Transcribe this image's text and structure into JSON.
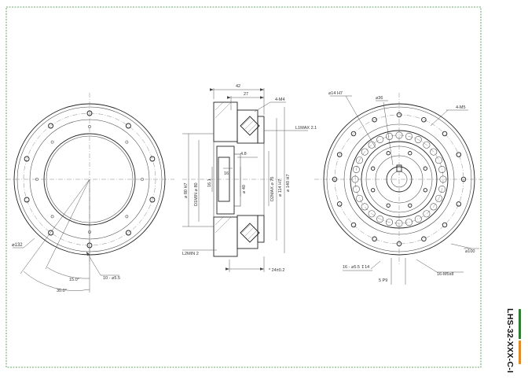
{
  "colors": {
    "frame": "#3c8a3c",
    "accent_bar_green": "#2e7d32",
    "accent_bar_orange": "#e08a2c",
    "line": "#222222"
  },
  "model": "LHS-32-XXX-C-I",
  "front_view": {
    "dia_132": "⌀132",
    "angle_15": "15.0°",
    "angle_30": "30.0°",
    "holes_55": "10 - ⌀5.5"
  },
  "section_view": {
    "dim_42": "42",
    "dim_27": "27",
    "thread_4m4": "4-M4",
    "l1_max": "L1MAX 2.1",
    "dim_48": "4.8",
    "d1_min": "D1MIN ⌀ 80",
    "d1_h7": "⌀ 80 H7",
    "d161": "16.1",
    "d16": "16",
    "d40": "⌀ 40",
    "d2_max": "D2MAX ⌀ 75",
    "d114_h7": "⌀ 114 H7",
    "d140_h7": "⌀ 140 H7",
    "l2_min": "L2MIN 2",
    "dim_24": "* 24±0.2"
  },
  "back_view": {
    "d14_h7": "⌀14 H7",
    "d36": "⌀36",
    "thread_4m5": "4-M5",
    "holes_16": "16 - ⌀5.5 ↧14",
    "dim_5p9": "5 P9",
    "thread_16m5": "16-M5x8",
    "d100": "⌀100"
  }
}
